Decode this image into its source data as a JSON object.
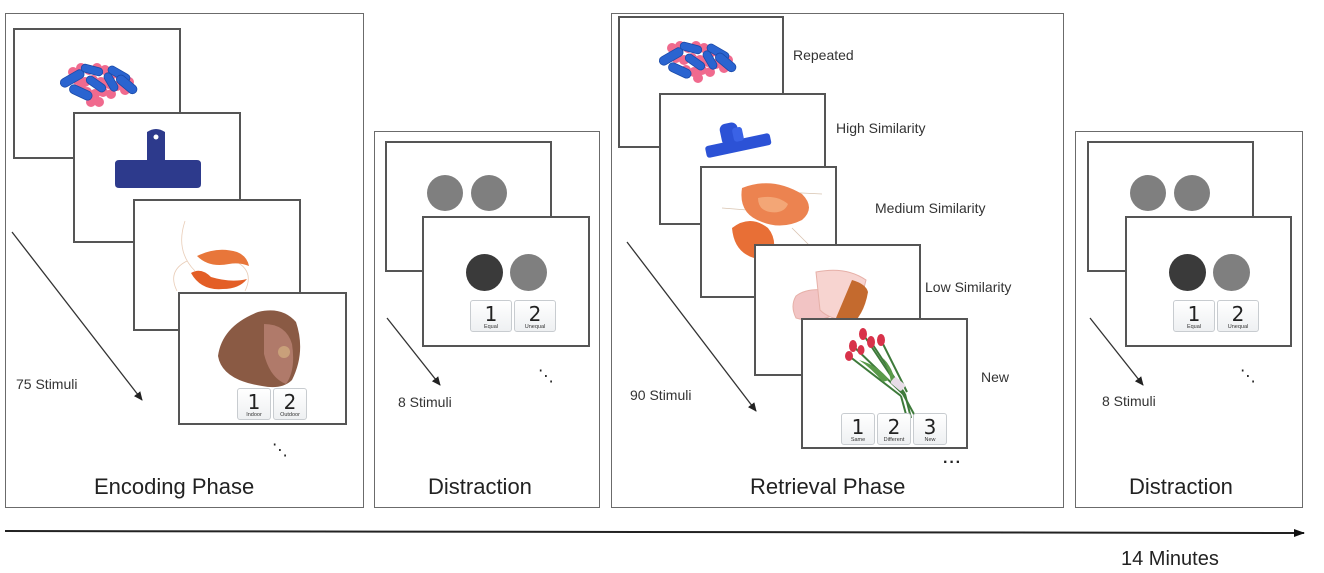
{
  "phases": [
    {
      "title": "Encoding Phase",
      "stimuli_count": "75 Stimuli",
      "items": [
        "pills",
        "bag-clip",
        "shrimp",
        "ham"
      ],
      "response_keys": [
        {
          "number": "1",
          "caption": "Indoor"
        },
        {
          "number": "2",
          "caption": "Outdoor"
        }
      ],
      "ellipsis": "⋱"
    },
    {
      "title": "Distraction",
      "stimuli_count": "8 Stimuli",
      "response_keys": [
        {
          "number": "1",
          "caption": "Equal"
        },
        {
          "number": "2",
          "caption": "Unequal"
        }
      ],
      "ellipsis": "⋱"
    },
    {
      "title": "Retrieval Phase",
      "stimuli_count": "90 Stimuli",
      "conditions": [
        "Repeated",
        "High Similarity",
        "Medium Similarity",
        "Low Similarity",
        "New"
      ],
      "response_keys": [
        {
          "number": "1",
          "caption": "Same"
        },
        {
          "number": "2",
          "caption": "Different"
        },
        {
          "number": "3",
          "caption": "New"
        }
      ],
      "ellipsis": "···"
    },
    {
      "title": "Distraction",
      "stimuli_count": "8 Stimuli",
      "response_keys": [
        {
          "number": "1",
          "caption": "Equal"
        },
        {
          "number": "2",
          "caption": "Unequal"
        }
      ],
      "ellipsis": "⋱"
    }
  ],
  "timeline": {
    "duration_label": "14 Minutes"
  },
  "colors": {
    "circle_light": "#7f7f7f",
    "circle_dark": "#3a3a3a",
    "pill_blue": "#2a64d0",
    "pill_pink": "#f06a8e",
    "clip_navy": "#2d3a8c",
    "clip_blue": "#2c52d6",
    "shrimp": "#e8763a",
    "ham": "#8a5a44",
    "ham_pink": "#f2c4c4",
    "tulip_red": "#d8324a",
    "stem_green": "#3d7a3a"
  }
}
